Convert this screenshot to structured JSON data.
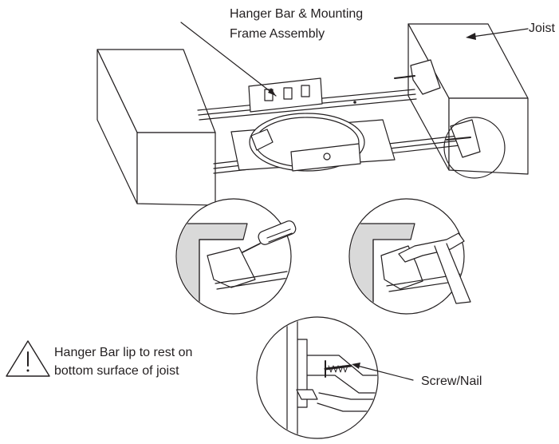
{
  "labels": {
    "assembly_line1": "Hanger Bar & Mounting",
    "assembly_line2": "Frame Assembly",
    "joist": "Joist",
    "lip_line1": "Hanger Bar lip to rest on",
    "lip_line2": "bottom surface of joist",
    "screw": "Screw/Nail"
  },
  "icons": {
    "warning": "warning-triangle-icon",
    "screwdriver": "screwdriver-icon",
    "hammer": "hammer-icon"
  },
  "colors": {
    "line": "#231f20",
    "text": "#231f20",
    "background": "#ffffff",
    "shade": "#d9d9d9"
  }
}
